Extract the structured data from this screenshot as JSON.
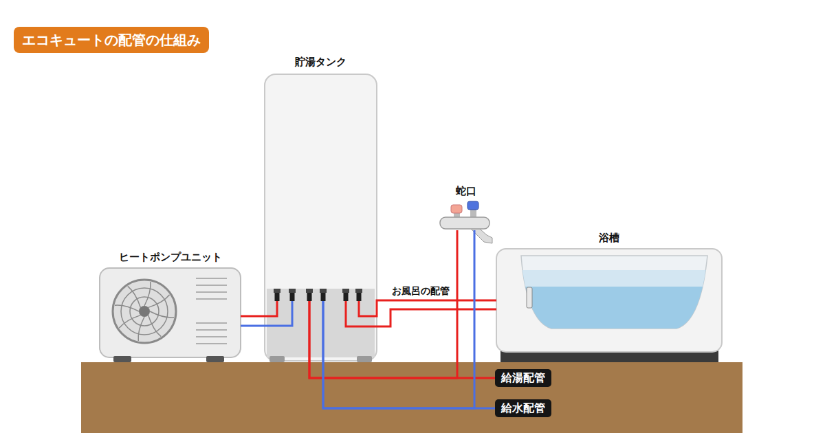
{
  "diagram": {
    "title": "エコキュートの配管の仕組み",
    "nodes": [
      {
        "text": [
          "貯湯タンク"
        ]
      },
      {
        "text": [
          "蛇口"
        ]
      },
      {
        "text": [
          "浴槽"
        ]
      },
      {
        "text": [
          "ヒートポンプユニット"
        ]
      },
      {
        "text": [
          "給湯配管"
        ]
      },
      {
        "text": [
          "給水配管"
        ]
      }
    ],
    "edges": [
      {
        "from": 3,
        "to": 0,
        "arrow": "none"
      },
      {
        "from": 3,
        "to": 0,
        "arrow": "none"
      },
      {
        "from": 0,
        "to": 2,
        "label": "お風呂の配管",
        "arrow": "none"
      },
      {
        "from": 0,
        "to": 2,
        "arrow": "none"
      },
      {
        "from": 0,
        "to": 1,
        "arrow": "none"
      },
      {
        "from": 0,
        "to": 4,
        "arrow": "none"
      },
      {
        "from": 0,
        "to": 1,
        "arrow": "none"
      },
      {
        "from": 0,
        "to": 5,
        "arrow": "none"
      }
    ]
  }
}
